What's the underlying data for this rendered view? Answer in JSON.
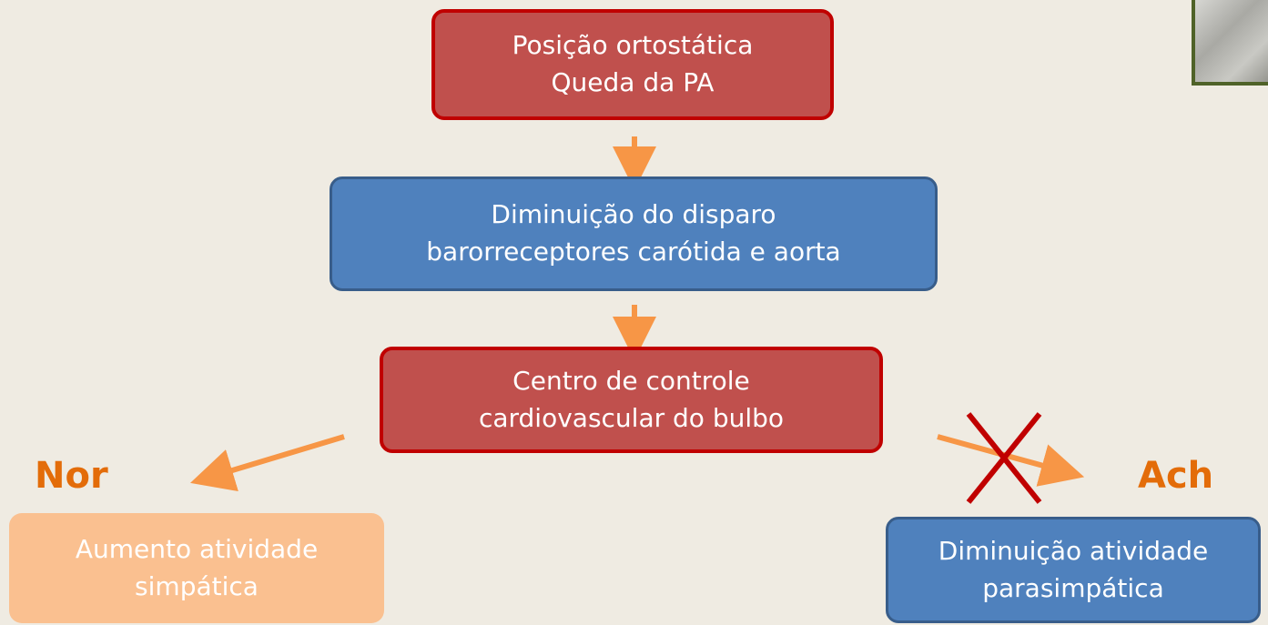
{
  "nodes": {
    "top": {
      "lines": [
        "Posição ortostática",
        "Queda da PA"
      ]
    },
    "middle": {
      "lines": [
        "Diminuição do disparo",
        "barorreceptores carótida e aorta"
      ]
    },
    "center": {
      "lines": [
        "Centro de controle",
        "cardiovascular do bulbo"
      ]
    },
    "left": {
      "lines": [
        "Aumento atividade",
        "simpática"
      ]
    },
    "right": {
      "lines": [
        "Diminuição atividade",
        "parasimpática"
      ]
    }
  },
  "labels": {
    "left": "Nor",
    "right": "Ach"
  },
  "colors": {
    "background": "#efebe2",
    "red_fill": "#c0504d",
    "blue_fill": "#4f81bd",
    "peach_fill": "#fac090",
    "arrow": "#f79646",
    "cross": "#c00000",
    "label_text": "#e36c09"
  }
}
